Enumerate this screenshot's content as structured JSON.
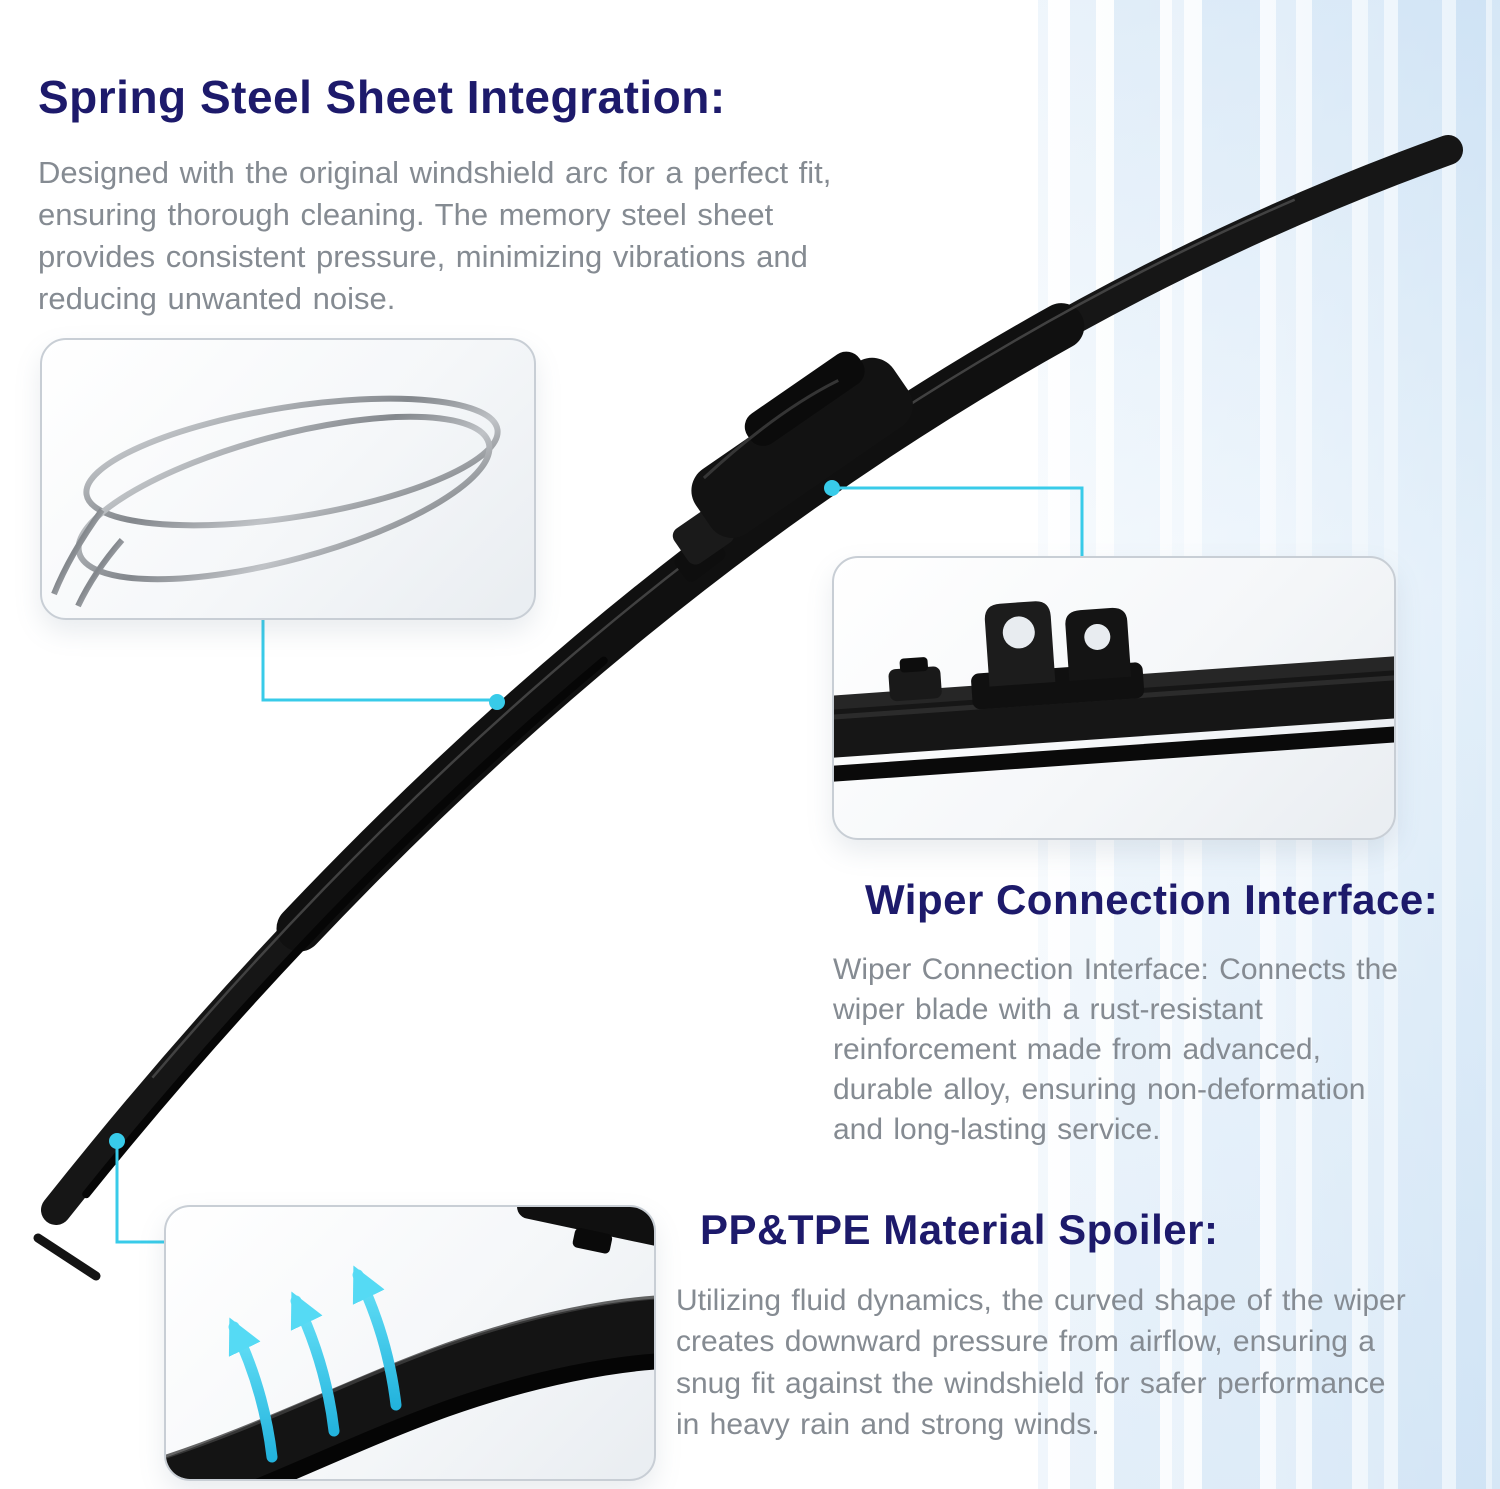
{
  "sections": {
    "spring_steel": {
      "heading": "Spring Steel Sheet Integration:",
      "body": "Designed with the original windshield arc for a perfect fit, ensuring thorough cleaning. The memory steel sheet provides consistent pressure, minimizing vibrations and reducing unwanted noise."
    },
    "connection": {
      "heading": "Wiper Connection Interface:",
      "body": "Wiper Connection Interface: Connects the wiper blade with a rust-resistant reinforcement made from advanced, durable alloy, ensuring non-deformation and long-lasting service."
    },
    "spoiler": {
      "heading": "PP&TPE Material Spoiler:",
      "body": "Utilizing fluid dynamics, the curved shape of the wiper creates downward pressure from airflow, ensuring a snug fit against the windshield for safer performance in heavy rain and strong winds."
    }
  },
  "colors": {
    "heading_navy": "#1d1a6b",
    "body_gray": "#858b92",
    "accent_cyan": "#38cbe9",
    "streak_blue": "#cfe3f4",
    "blade_black": "#141414"
  },
  "images": {
    "main_product": "curved-windshield-wiper-blade",
    "inset1": "spring-steel-sheets-closeup",
    "inset2": "wiper-connection-interface-closeup",
    "inset3": "spoiler-airflow-closeup"
  }
}
